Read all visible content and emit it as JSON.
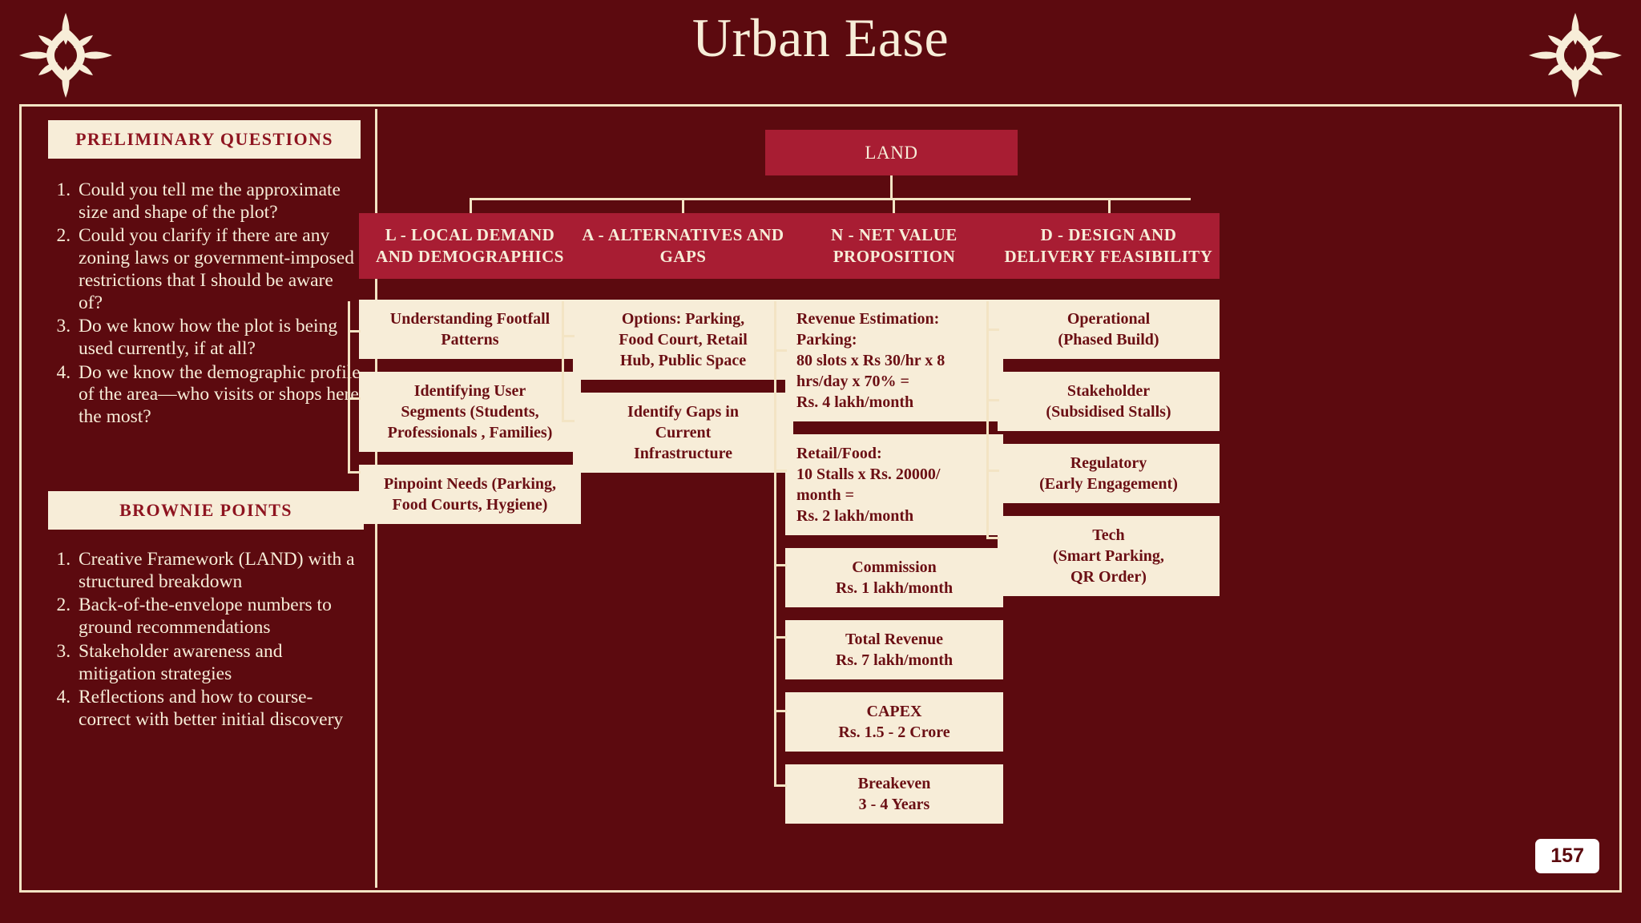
{
  "deck": {
    "title": "Urban Ease",
    "page_number": "157",
    "ornament_icon": "fleur-ornament-icon"
  },
  "colors": {
    "background": "#5C0A0F",
    "cream": "#F7EDD8",
    "accent_red": "#A81D33",
    "heading_red": "#8E1420",
    "box_text": "#6B0F14",
    "frame": "#F3E4C4"
  },
  "left_panel": {
    "preliminary": {
      "heading": "PRELIMINARY QUESTIONS",
      "questions": [
        "Could you tell me the approximate size and shape of the plot?",
        "Could you clarify if there are any zoning laws or government-imposed restrictions that I should be aware of?",
        "Do we know how the plot is being used currently, if at all?",
        "Do we know the demographic profile of the area—who visits or shops here the most?"
      ]
    },
    "brownie": {
      "heading": "BROWNIE POINTS",
      "points": [
        "Creative Framework (LAND) with a structured breakdown",
        "Back-of-the-envelope numbers to ground recommendations",
        "Stakeholder awareness and mitigation strategies",
        "Reflections and how to course-correct with better initial discovery"
      ]
    }
  },
  "flowchart": {
    "root": "LAND",
    "columns": [
      {
        "header": "L - LOCAL DEMAND\nAND DEMOGRAPHICS",
        "items": [
          "Understanding Footfall\nPatterns",
          "Identifying User\nSegments (Students,\nProfessionals , Families)",
          "Pinpoint Needs (Parking,\nFood Courts, Hygiene)"
        ]
      },
      {
        "header": "A - ALTERNATIVES\nAND GAPS",
        "items": [
          "Options: Parking,\nFood Court, Retail\nHub, Public Space",
          "Identify Gaps in\nCurrent\nInfrastructure"
        ]
      },
      {
        "header": "N - NET VALUE\nPROPOSITION",
        "items": [
          "   Revenue Estimation:\nParking:\n80 slots x Rs 30/hr x 8\nhrs/day x 70% =\nRs. 4 lakh/month",
          "Retail/Food:\n10 Stalls x Rs. 20000/\nmonth =\nRs. 2 lakh/month",
          "Commission\nRs. 1 lakh/month",
          "Total Revenue\nRs. 7 lakh/month",
          "CAPEX\nRs. 1.5 - 2 Crore",
          "Breakeven\n3 - 4 Years"
        ]
      },
      {
        "header": "D - DESIGN AND\nDELIVERY FEASIBILITY",
        "items": [
          "Operational\n(Phased Build)",
          "Stakeholder\n(Subsidised Stalls)",
          "Regulatory\n(Early Engagement)",
          "Tech\n(Smart Parking,\nQR Order)"
        ]
      }
    ]
  }
}
